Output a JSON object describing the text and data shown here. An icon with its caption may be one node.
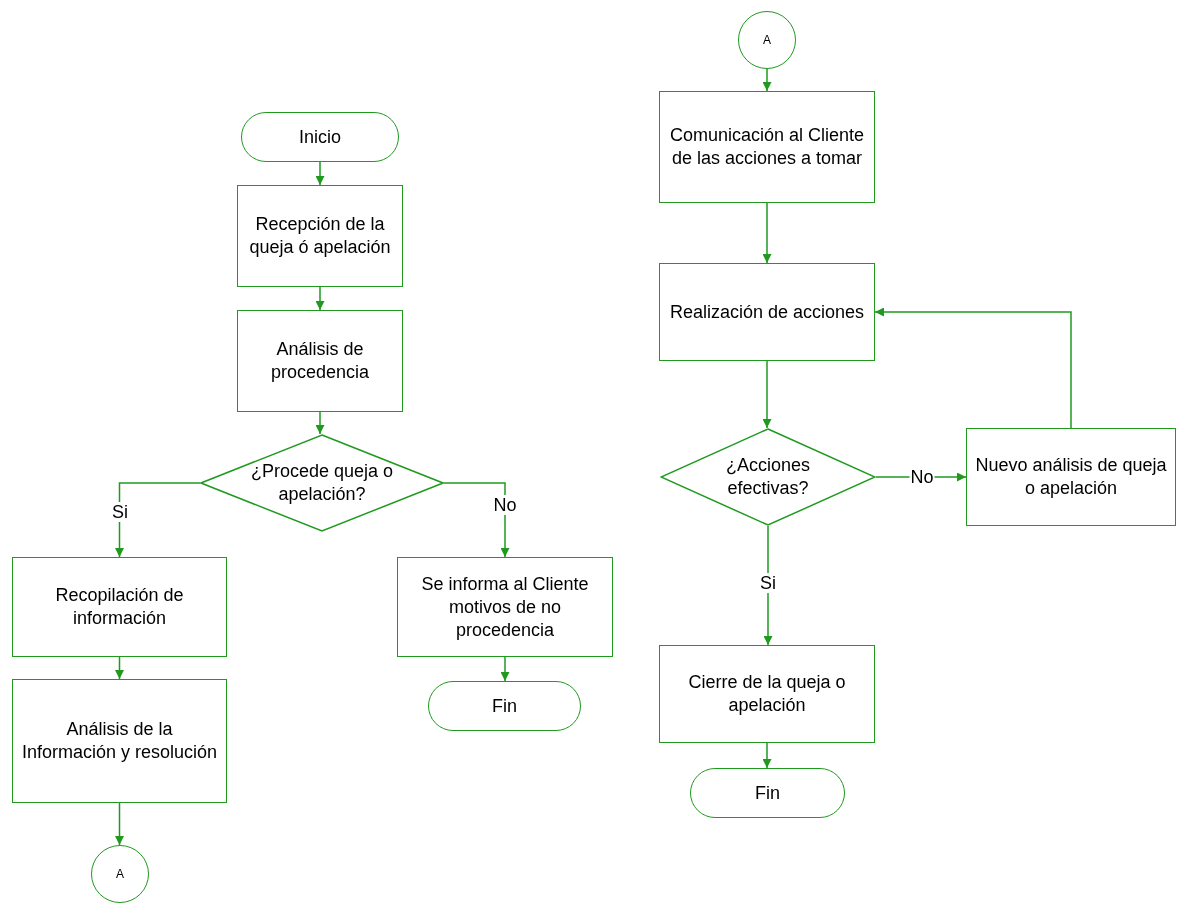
{
  "diagram": {
    "nodes": [
      {
        "text": [
          "Inicio"
        ]
      },
      {
        "text": [
          "Recepción de la queja ó apelación"
        ]
      },
      {
        "text": [
          "Análisis de procedencia"
        ]
      },
      {
        "text": [
          "¿Procede queja o apelación?"
        ]
      },
      {
        "text": [
          "Recopilación de información"
        ]
      },
      {
        "text": [
          "Análisis de la Información y resolución"
        ]
      },
      {
        "text": [
          "A"
        ]
      },
      {
        "text": [
          "Se informa al Cliente motivos de no procedencia"
        ]
      },
      {
        "text": [
          "Fin"
        ]
      },
      {
        "text": [
          "A"
        ]
      },
      {
        "text": [
          "Comunicación al Cliente de las acciones a tomar"
        ]
      },
      {
        "text": [
          "Realización de acciones"
        ]
      },
      {
        "text": [
          "¿Acciones efectivas?"
        ]
      },
      {
        "text": [
          "Nuevo análisis de queja o apelación"
        ]
      },
      {
        "text": [
          "Cierre de la queja o apelación"
        ]
      },
      {
        "text": [
          "Fin"
        ]
      }
    ],
    "edges": [
      {
        "from": 0,
        "to": 1,
        "arrow": "to"
      },
      {
        "from": 1,
        "to": 2,
        "arrow": "to"
      },
      {
        "from": 2,
        "to": 3,
        "arrow": "to"
      },
      {
        "from": 3,
        "to": 4,
        "arrow": "to",
        "label": "Si"
      },
      {
        "from": 3,
        "to": 7,
        "arrow": "to",
        "label": "No"
      },
      {
        "from": 4,
        "to": 5,
        "arrow": "to"
      },
      {
        "from": 5,
        "to": 6,
        "arrow": "to"
      },
      {
        "from": 7,
        "to": 8,
        "arrow": "to"
      },
      {
        "from": 9,
        "to": 10,
        "arrow": "to"
      },
      {
        "from": 10,
        "to": 11,
        "arrow": "to"
      },
      {
        "from": 11,
        "to": 12,
        "arrow": "to"
      },
      {
        "from": 12,
        "to": 13,
        "arrow": "to",
        "label": "No"
      },
      {
        "from": 13,
        "to": 11,
        "arrow": "to"
      },
      {
        "from": 12,
        "to": 14,
        "arrow": "to",
        "label": "Si"
      },
      {
        "from": 14,
        "to": 15,
        "arrow": "to"
      }
    ]
  }
}
